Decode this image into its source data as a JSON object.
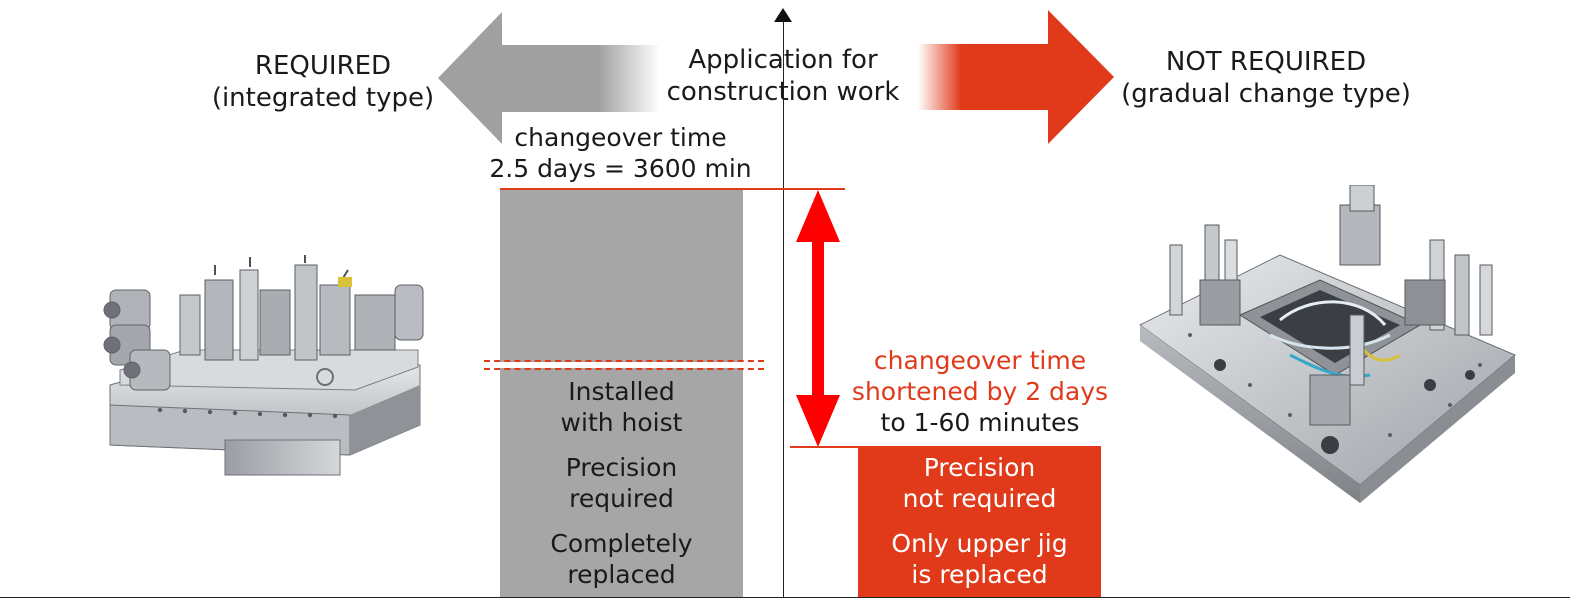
{
  "header": {
    "required": [
      "REQUIRED",
      "(integrated type)"
    ],
    "application": [
      "Application for",
      "construction work"
    ],
    "not_required": [
      "NOT REQUIRED",
      "(gradual change type)"
    ]
  },
  "integrated": {
    "changeover": [
      "changeover time",
      "2.5 days = 3600 min"
    ],
    "features": [
      [
        "Installed",
        "with hoist"
      ],
      [
        "Precision",
        "required"
      ],
      [
        "Completely",
        "replaced"
      ]
    ]
  },
  "gradual": {
    "changeover_accent": [
      "changeover time",
      "shortened by 2 days"
    ],
    "changeover_plain": "to 1-60 minutes",
    "features": [
      [
        "Precision",
        "not required"
      ],
      [
        "Only upper jig",
        "is replaced"
      ]
    ]
  },
  "colors": {
    "accent": "#e03a1a",
    "grey_bar": "#a6a6a6",
    "grey_arrow": "#a0a0a0"
  },
  "icons": {
    "left_image": "integrated-welding-fixture-illustration",
    "right_image": "gradual-change-jig-illustration"
  }
}
